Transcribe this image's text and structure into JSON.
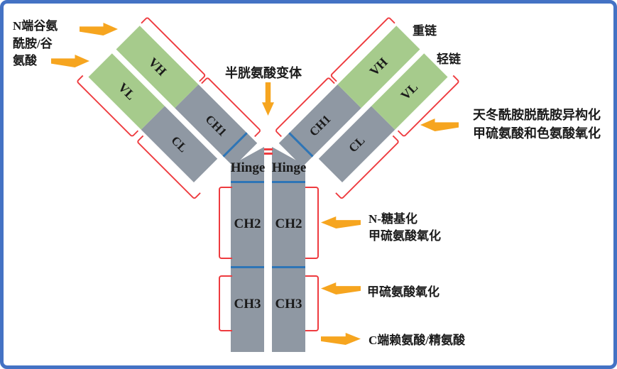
{
  "colors": {
    "frame_border": "#4472C4",
    "variable_domain_green": "#A6CB8C",
    "constant_domain_gray": "#8F98A3",
    "bracket_red": "#EE3B3F",
    "boundary_blue": "#2E75B6",
    "arrow_orange": "#F6A51F"
  },
  "antibody": {
    "domains": {
      "vh": "VH",
      "vl": "VL",
      "ch1": "CH1",
      "cl": "CL",
      "hinge": "Hinge",
      "ch2": "CH2",
      "ch3": "CH3"
    }
  },
  "annotations": {
    "n_terminal_line1": "N端谷氨",
    "n_terminal_line2": "酰胺/谷",
    "n_terminal_line3": "氨酸",
    "cysteine_variant": "半胱氨酸变体",
    "heavy_chain": "重链",
    "light_chain": "轻链",
    "deamidation_line1": "天冬酰胺脱酰胺异构化",
    "deamidation_line2": "甲硫氨酸和色氨酸氧化",
    "glycosylation_line1": "N-糖基化",
    "glycosylation_line2": "甲硫氨酸氧化",
    "met_oxidation": "甲硫氨酸氧化",
    "c_terminal": "C端赖氨酸/精氨酸"
  }
}
